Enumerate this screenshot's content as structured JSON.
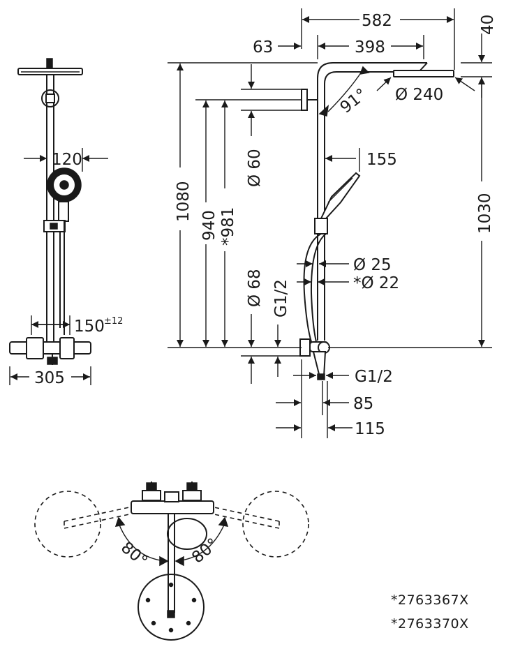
{
  "front_view": {
    "dims": {
      "width_120": "120",
      "width_150": "150",
      "tolerance_150": "±12",
      "width_305": "305"
    }
  },
  "side_view": {
    "dims": {
      "d582": "582",
      "d40": "40",
      "d63": "63",
      "d398": "398",
      "angle_91": "91°",
      "dia_240": "Ø 240",
      "d155": "155",
      "d1080": "1080",
      "d940": "940",
      "d981": "*981",
      "dia_60": "Ø 60",
      "d1030": "1030",
      "dia_25": "Ø 25",
      "dia_22": "*Ø 22",
      "dia_68": "Ø 68",
      "g12_left": "G1/2",
      "g12_right": "G1/2",
      "d85": "85",
      "d115": "115"
    }
  },
  "top_view": {
    "angle_left": "80°",
    "angle_right": "80°"
  },
  "article_numbers": [
    "*2763367X",
    "*2763370X"
  ]
}
